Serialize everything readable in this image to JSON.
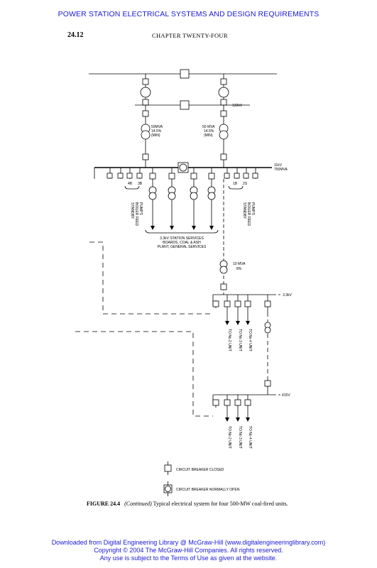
{
  "header": {
    "title": "POWER STATION ELECTRICAL SYSTEMS AND DESIGN REQUIREMENTS",
    "page_number": "24.12",
    "chapter": "CHAPTER TWENTY-FOUR"
  },
  "diagram": {
    "bus_132kv": "132kV",
    "tx_left_1": "50MVA",
    "tx_left_2": "14.5%",
    "tx_left_3": "(MIN)",
    "tx_right_1": "50 MVA",
    "tx_right_2": "14.5%",
    "tx_right_3": "(MIN)",
    "bus_11kv_1": "11kV",
    "bus_11kv_2": "750MVA",
    "lbl_4b": "4B",
    "lbl_3b": "3B",
    "lbl_1b": "1B",
    "lbl_2s": "2S",
    "standby_left_1": "STANDBY",
    "standby_left_2": "BOILER FEED",
    "standby_left_3": "PUMPS",
    "standby_right_1": "STANDBY",
    "standby_right_2": "BOILER FEED",
    "standby_right_3": "PUMPS",
    "station_services_1": "3.3kV STATION SERVICES",
    "station_services_2": "BOARDS, COAL & ASH",
    "station_services_3": "PLANT, GENERAL SERVICES",
    "tx_10mva_1": "10 MVA",
    "tx_10mva_2": "8%",
    "bus_3_3kv": "3.3kV",
    "bus_415v": "415V",
    "upper_feeders": [
      "TO No 2 UNIT",
      "TO No 3 UNIT",
      "TO No 4 UNIT"
    ],
    "lower_feeders": [
      "TO No 2 UNIT",
      "TO No 3 UNIT",
      "TO No 4 UNIT"
    ],
    "legend_closed": "CIRCUIT BREAKER CLOSED",
    "legend_open": "CIRCUIT BREAKER NORMALLY OPEN"
  },
  "caption": {
    "figure": "FIGURE 24.4",
    "continued": "(Continued)",
    "text": "Typical electrical system for four 500-MW coal-fired units."
  },
  "footer": {
    "line1": "Downloaded from Digital Engineering Library @ McGraw-Hill (www.digitalengineeringlibrary.com)",
    "line2": "Copyright © 2004 The McGraw-Hill Companies. All rights reserved.",
    "line3": "Any use is subject to the Terms of Use as given at the website."
  }
}
